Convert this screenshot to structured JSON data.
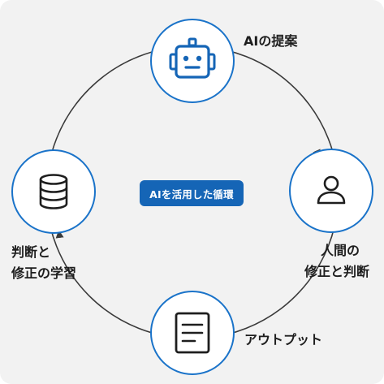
{
  "center": {
    "label": "AIを活用した循環"
  },
  "nodes": [
    {
      "id": "ai-proposal",
      "icon": "robot-icon",
      "label_lines": [
        "AIの提案"
      ]
    },
    {
      "id": "human-review",
      "icon": "person-icon",
      "label_lines": [
        "人間の",
        "修正と判断"
      ]
    },
    {
      "id": "output",
      "icon": "document-icon",
      "label_lines": [
        "アウトプット"
      ]
    },
    {
      "id": "learning",
      "icon": "database-icon",
      "label_lines": [
        "判断と",
        "修正の学習"
      ]
    }
  ],
  "colors": {
    "accent": "#1565b6",
    "node_border": "#1a73c9",
    "ring": "#3a3a3a",
    "background": "#f2f2f2",
    "text": "#1e1e1e"
  }
}
